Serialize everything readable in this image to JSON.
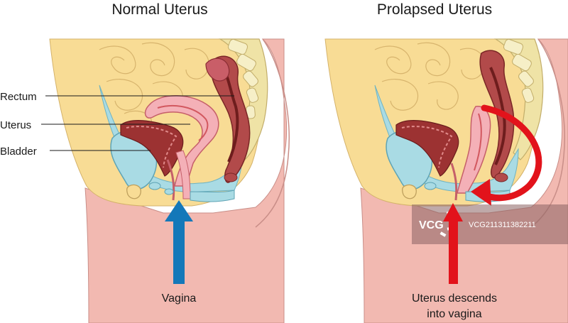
{
  "titles": {
    "left": "Normal Uterus",
    "right": "Prolapsed Uterus"
  },
  "labels": {
    "rectum": "Rectum",
    "uterus": "Uterus",
    "bladder": "Bladder"
  },
  "captions": {
    "left": "Vagina",
    "right_line1": "Uterus descends",
    "right_line2": "into vagina"
  },
  "watermark": {
    "logo": "VCG",
    "id": "VCG211311382211"
  },
  "colors": {
    "background": "#ffffff",
    "skin": "#f2b9b1",
    "abdomen": "#f8dc95",
    "intestine": "#f0d38a",
    "spine": "#efe3a6",
    "fluid": "#a9dbe4",
    "uterus": "#f4b0b7",
    "organ_wall": "#d2585f",
    "organ_inner": "#9c3232",
    "arrow_blue": "#1478b9",
    "arrow_red": "#e2131b"
  },
  "icons": {
    "left_arrow": "up-arrow-icon",
    "right_arrow": "up-arrow-icon",
    "curve_arrow": "curved-arrow-icon"
  }
}
